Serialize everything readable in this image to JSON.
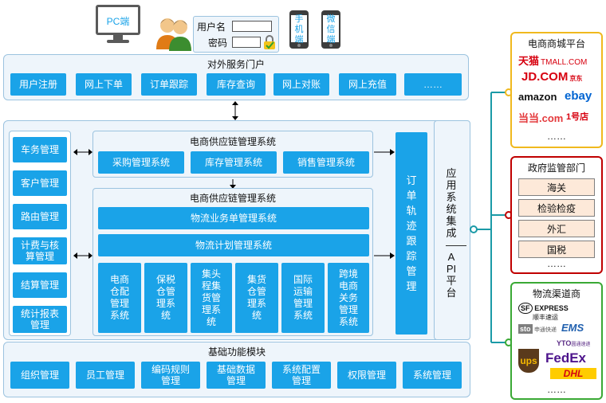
{
  "top": {
    "pc_label": "PC端",
    "username_label": "用户名",
    "password_label": "密码",
    "mobile_label": "手机端",
    "wechat_label": "微信端"
  },
  "portal": {
    "title": "对外服务门户",
    "items": [
      "用户注册",
      "网上下单",
      "订单跟踪",
      "库存查询",
      "网上对账",
      "网上充值",
      "……"
    ]
  },
  "left_column": [
    "车务管理",
    "客户管理",
    "路由管理",
    "计费与核算管理",
    "结算管理",
    "统计报表管理"
  ],
  "supply_chain_top": {
    "title": "电商供应链管理系统",
    "items": [
      "采购管理系统",
      "库存管理系统",
      "销售管理系统"
    ]
  },
  "supply_chain_bottom": {
    "title": "电商供应链管理系统",
    "logistics_business": "物流业务单管理系统",
    "logistics_plan": "物流计划管理系统",
    "vertical_items": [
      "电商仓配管理系统",
      "保税仓管理系统",
      "集头程集货管理系统",
      "集货仓管理系统",
      "国际运输管理系统",
      "跨境电商关务管理系统"
    ]
  },
  "order_tracking": "订单轨迹跟踪管理",
  "api_platform": "应用系统集成——API平台",
  "base": {
    "title": "基础功能模块",
    "items": [
      "组织管理",
      "员工管理",
      "编码规则管理",
      "基础数据管理",
      "系统配置管理",
      "权限管理",
      "系统管理"
    ]
  },
  "ecommerce": {
    "title": "电商商城平台",
    "logos": [
      "天猫",
      "TMALL.COM",
      "JD.COM",
      "京东",
      "amazon",
      "ebay",
      "当当.com",
      "1号店",
      "……"
    ]
  },
  "government": {
    "title": "政府监管部门",
    "items": [
      "海关",
      "检验检疫",
      "外汇",
      "国税",
      "……"
    ]
  },
  "logistics": {
    "title": "物流渠道商",
    "logos": [
      "SF",
      "EXPRESS",
      "顺丰速运",
      "sto",
      "申通快递",
      "EMS",
      "YTO",
      "圆通速递",
      "ups",
      "FedEx",
      "DHL",
      "……"
    ]
  },
  "colors": {
    "accent": "#1aa3e8",
    "ecommerce_border": "#f0b91e",
    "government_border": "#c00000",
    "logistics_border": "#3aa935",
    "connector": "#1b9aa7"
  }
}
